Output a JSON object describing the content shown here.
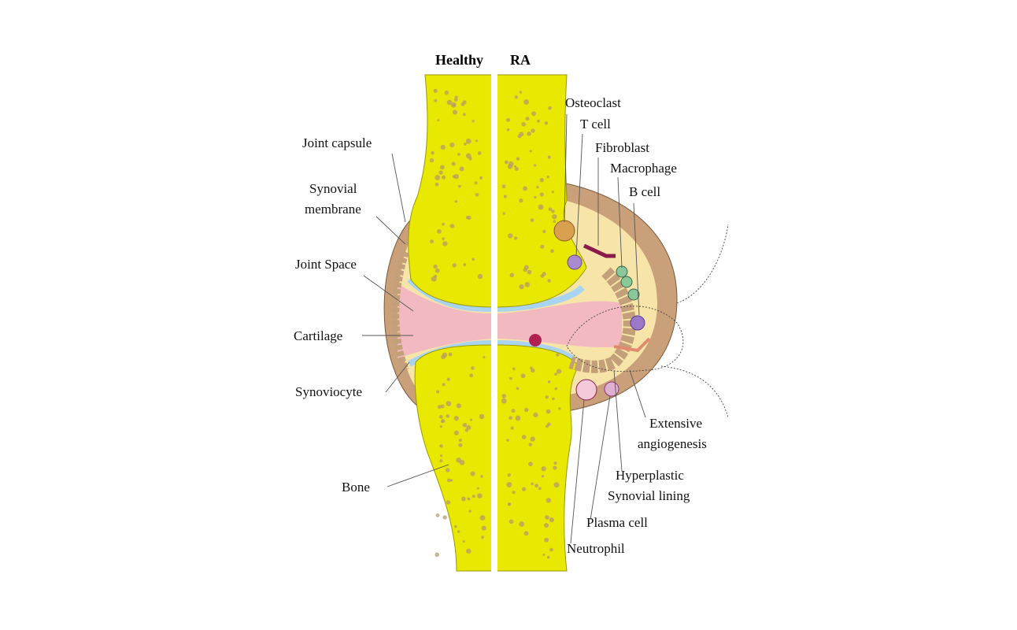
{
  "headers": {
    "healthy": "Healthy",
    "ra": "RA"
  },
  "left_labels": {
    "joint_capsule": "Joint capsule",
    "synovial_membrane_1": "Synovial",
    "synovial_membrane_2": "membrane",
    "joint_space": "Joint Space",
    "cartilage": "Cartilage",
    "synoviocyte": "Synoviocyte",
    "bone": "Bone"
  },
  "right_labels": {
    "osteoclast": "Osteoclast",
    "t_cell": "T cell",
    "fibroblast": "Fibroblast",
    "macrophage": "Macrophage",
    "b_cell": "B cell",
    "angiogenesis_1": "Extensive",
    "angiogenesis_2": "angiogenesis",
    "hyperplastic_1": "Hyperplastic",
    "hyperplastic_2": "Synovial lining",
    "plasma_cell": "Plasma cell",
    "neutrophil": "Neutrophil"
  },
  "colors": {
    "bone": "#e8e800",
    "bone_dark": "#c8c820",
    "capsule": "#c9a07a",
    "synovium": "#f7e4a8",
    "cartilage": "#a9d4f0",
    "joint_space": "#f2b9c0"
  }
}
